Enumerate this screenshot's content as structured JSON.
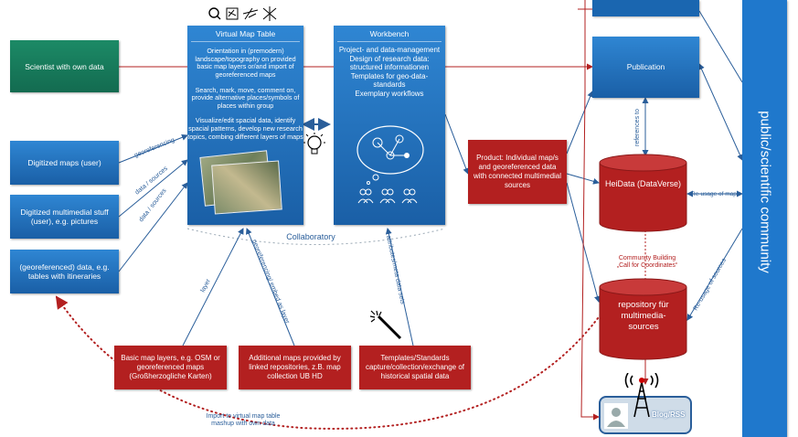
{
  "nodes": {
    "scientist": "Scientist with own data",
    "digitized_maps": "Digitized maps (user)",
    "digitized_media": "Digitized multimedial stuff (user), e.g. pictures",
    "georef_data": "(georeferenced) data, e.g. tables with itineraries",
    "virtual_map_table": {
      "title": "Virtual Map Table",
      "p1": "Orientation in (premodern) landscape/topography on provided basic map layers or/and import of georeferenced maps",
      "p2": "Search, mark, move, comment on, provide alternative places/symbols of places within group",
      "p3": "Visualize/edit spacial data, identify spacial patterns, develop new research topics, combing different layers of maps"
    },
    "workbench": {
      "title": "Workbench",
      "lines": [
        "Project- and data-management",
        "Design of research data:",
        "structured informationen",
        "Templates for geo-data-",
        "standards",
        "Exemplary workflows"
      ]
    },
    "publication": "Publication",
    "product": "Product: Individual map/s and georeferenced data with connected multimedial sources",
    "heidata": "HeiData (DataVerse)",
    "repository": "repository für multimedia-sources",
    "basic_layers": "Basic map layers, e.g. OSM or georeferenced maps (Großherzogliche Karten)",
    "additional_maps": "Additional maps provided by linked repositories, z.B. map collection UB HD",
    "templates": "Templates/Standards capture/collection/exchange of historical spatial data",
    "community": "public/scientific community",
    "blog": "Blog/RSS"
  },
  "labels": {
    "collaboratory": "Collaboratory",
    "georeferencing": "georeferencing",
    "data_sources_1": "data / sources",
    "data_sources_2": "data / sources",
    "layer": "layer",
    "georef_embed": "georeferencing/ embed as layer",
    "attributes": "attributes/meta data sets",
    "references_to": "references to",
    "reusage_maps": "Re-usage of maps",
    "reusage_sources": "Re-usage of sources",
    "community_building_1": "Community Building",
    "community_building_2": "„Call for Coordinates“",
    "import_1": "Import to virtual map table",
    "import_2": "mashup with own data"
  },
  "colors": {
    "blue": "#1f6fbf",
    "red": "#b32020",
    "green": "#17795a",
    "line_blue": "#2a5e9a",
    "line_red": "#b32020"
  }
}
